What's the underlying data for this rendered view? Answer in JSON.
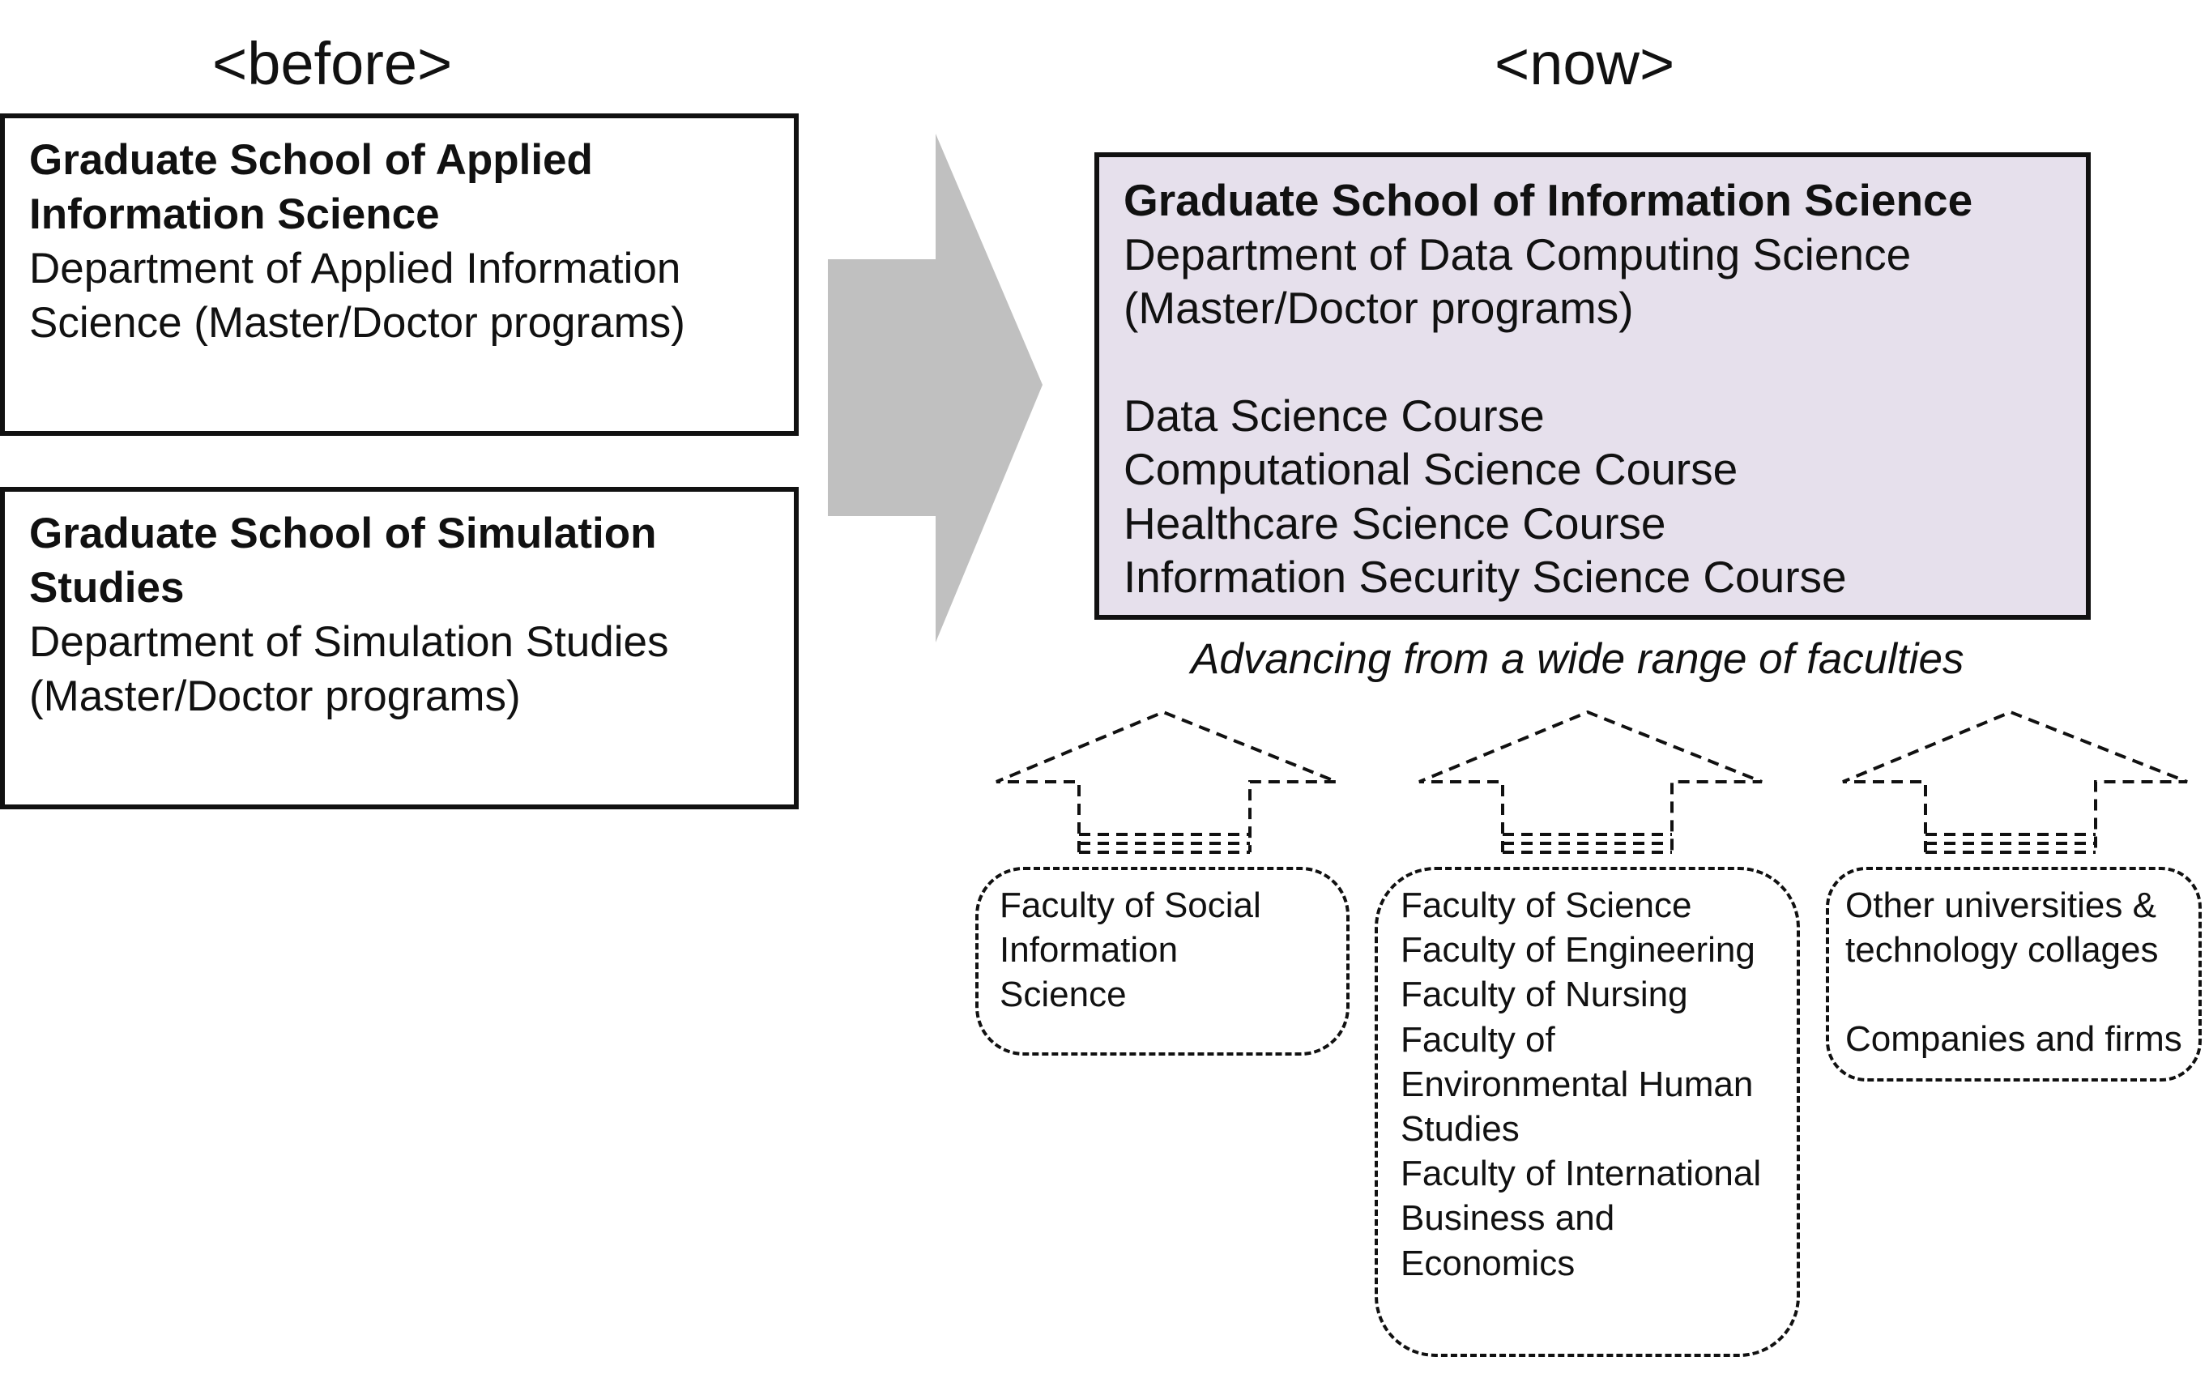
{
  "before": {
    "heading": "<before>",
    "schools": [
      {
        "title": [
          "Graduate School of Applied",
          "Information Science"
        ],
        "lines": [
          "Department of Applied Information",
          "Science (Master/Doctor programs)"
        ]
      },
      {
        "title": [
          "Graduate School of Simulation",
          "Studies"
        ],
        "lines": [
          "Department of Simulation Studies",
          "(Master/Doctor programs)"
        ]
      }
    ]
  },
  "now": {
    "heading": "<now>",
    "school": {
      "title": "Graduate School of Information Science",
      "lines": [
        "Department of Data Computing Science",
        "(Master/Doctor programs)"
      ],
      "courses": [
        "Data Science Course",
        "Computational Science Course",
        "Healthcare Science Course",
        "Information Security Science Course"
      ]
    },
    "caption": "Advancing from a wide range of faculties",
    "sources": [
      [
        "Faculty of Social",
        "Information",
        "Science"
      ],
      [
        "Faculty of Science",
        "Faculty of Engineering",
        "Faculty of Nursing",
        "Faculty of",
        "Environmental Human",
        "Studies",
        "Faculty of International",
        "Business and",
        "Economics"
      ],
      [
        "Other universities &",
        "technology collages",
        "",
        "Companies and firms"
      ]
    ]
  },
  "colors": {
    "border": "#111111",
    "highlight_fill": "#e6e0ec",
    "transition_arrow": "#c0c0c0"
  }
}
